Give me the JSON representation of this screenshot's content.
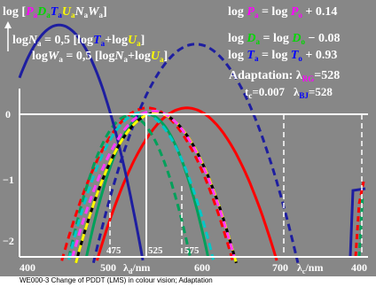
{
  "caption": "WE000-3 Change of PDDT (LMS) in colour vision; Adaptation",
  "colors": {
    "background": "#878787",
    "white": "#ffffff",
    "P": "#ff00ff",
    "D": "#00d800",
    "T": "#0000ff",
    "U": "#ffff00",
    "N": "#0000ff",
    "W": "#0000ff",
    "red": "#ff0000",
    "green": "#00a05a",
    "blue": "#1e1ea0",
    "cyan": "#00c8c8",
    "magenta": "#ff3cff",
    "black": "#000000",
    "yellow": "#ffff00"
  },
  "title": {
    "log_prefix": "log [",
    "P": "P",
    "a1": "a",
    "D": "D",
    "a2": "a",
    "T": "T",
    "a3": "a",
    "U": "U",
    "a4": "a",
    "N": "N",
    "a5": "a",
    "W": "W",
    "a6": "a",
    "close": "]"
  },
  "formulas": {
    "line2": "logN = 0,5 [logT+logU]",
    "line3": "logW = 0,5 [logN+logU]",
    "right1": "log P = log P + 0.14",
    "right2": "log D = log D − 0.08",
    "right3": "log T = log T + 0.93",
    "a": "a",
    "o": "o"
  },
  "adaptation": {
    "label": "Adaptation: λ",
    "rg_sub": "RG",
    "rg_value": "=528",
    "tc": "t",
    "tc_sub": "c",
    "tc_value": "=0.007",
    "lambda": "λ",
    "bj_sub": "BJ",
    "bj_value": "=528"
  },
  "axes": {
    "x_ticks": [
      "400",
      "500",
      "600",
      "700",
      "400"
    ],
    "x_label_d": "λd/nm",
    "x_label_c": "λc/nm",
    "y_ticks": [
      "0",
      "−1",
      "−2"
    ],
    "special_ticks": [
      "475",
      "525",
      "575"
    ]
  },
  "chart_data": {
    "type": "line",
    "x_range_nm": [
      400,
      720
    ],
    "y_range": [
      -2.35,
      0.85
    ],
    "series": [
      {
        "color": "red",
        "style": "solid",
        "peak_x": 590,
        "peak_y": 0.1,
        "width": 100
      },
      {
        "color": "red",
        "style": "dashed",
        "peak_x": 545,
        "peak_y": 0.1,
        "width": 95
      },
      {
        "color": "green",
        "style": "solid",
        "peak_x": 545,
        "peak_y": 0.0,
        "width": 70
      },
      {
        "color": "green",
        "style": "dashed",
        "peak_x": 525,
        "peak_y": -0.02,
        "width": 70
      },
      {
        "color": "blue",
        "style": "solid",
        "peak_x": 445,
        "peak_y": 1.4,
        "width": 75
      },
      {
        "color": "blue",
        "style": "dashed",
        "peak_x": 600,
        "peak_y": 1.1,
        "width": 95
      },
      {
        "color": "black",
        "style": "solid",
        "peak_x": 555,
        "peak_y": 0.02,
        "width": 90
      },
      {
        "color": "yellow",
        "style": "dashed",
        "peak_x": 555,
        "peak_y": 0.02,
        "width": 90
      },
      {
        "color": "cyan",
        "style": "dashed",
        "peak_x": 538,
        "peak_y": 0.02,
        "width": 82
      },
      {
        "color": "magenta",
        "style": "dashed",
        "peak_x": 552,
        "peak_y": 0.05,
        "width": 92
      }
    ]
  }
}
